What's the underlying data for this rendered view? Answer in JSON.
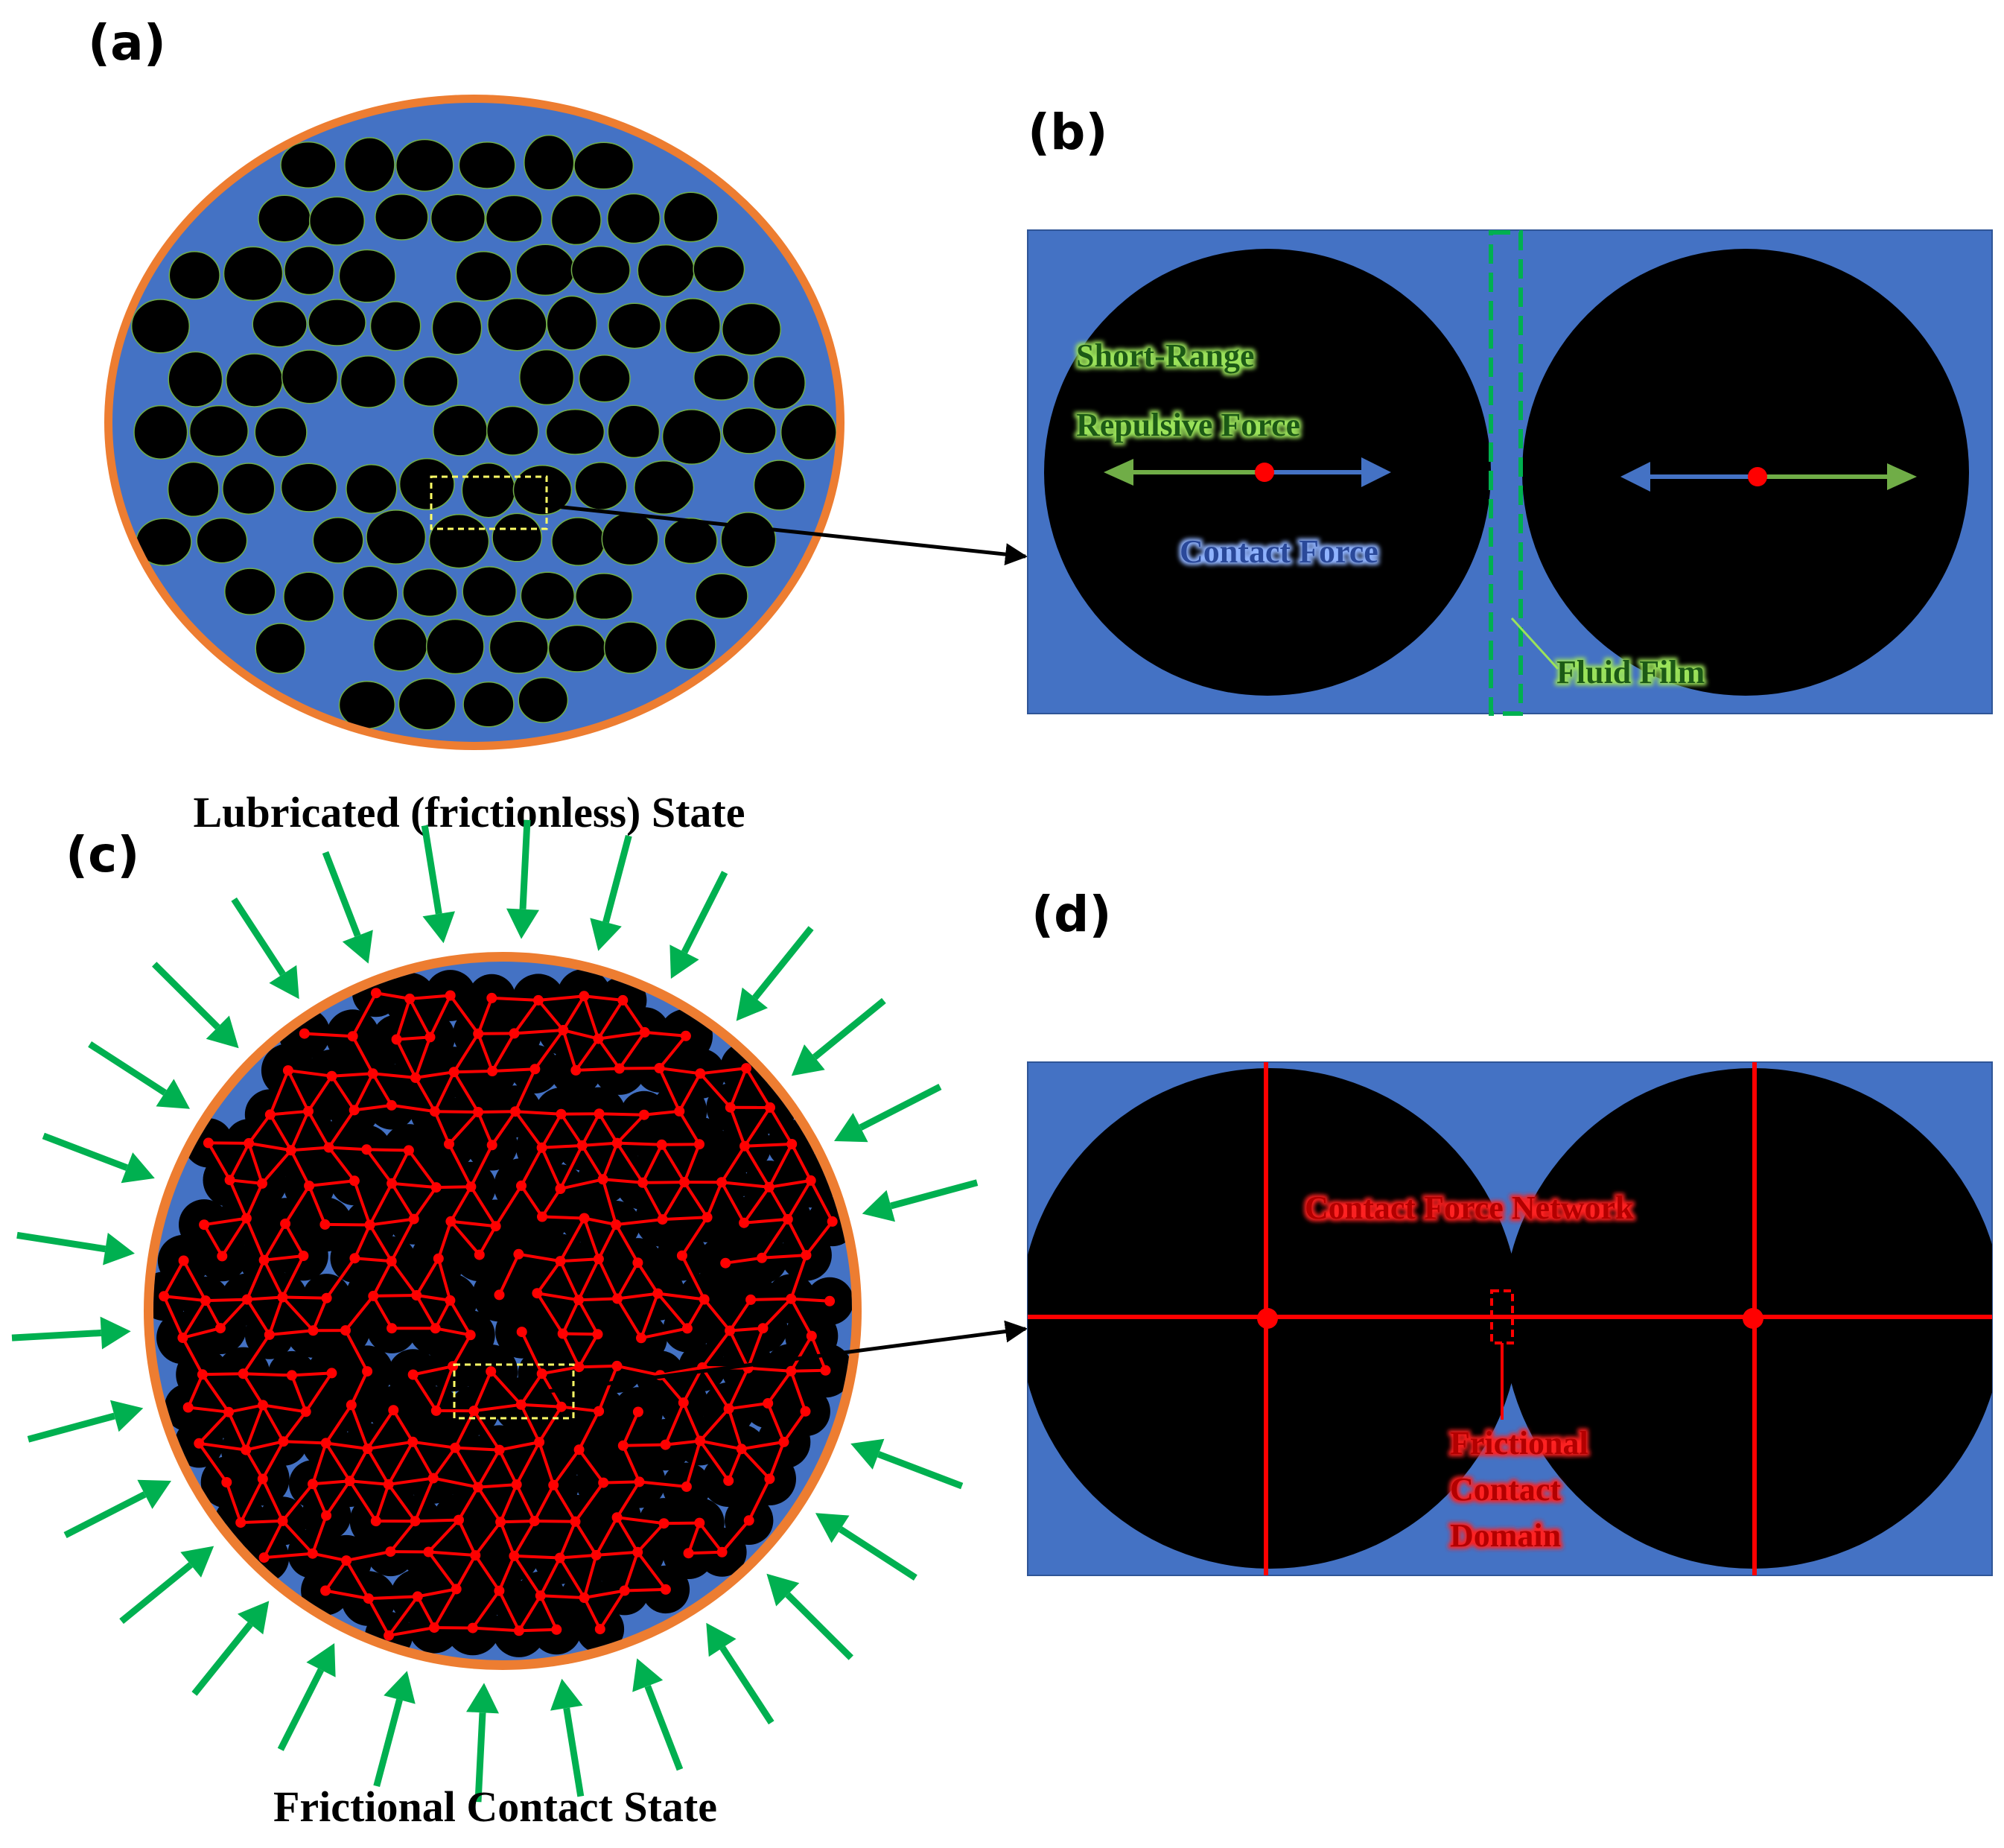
{
  "panels": {
    "a": {
      "letter": "(a)",
      "caption": "Lubricated (frictionless) State"
    },
    "b": {
      "letter": "(b)",
      "label_short_range": "Short-Range",
      "label_repulsive": "Repulsive Force",
      "label_contact": "Contact Force",
      "label_fluid": "Fluid Film"
    },
    "c": {
      "letter": "(c)",
      "caption": "Frictional Contact State"
    },
    "d": {
      "letter": "(d)",
      "label_network": "Contact Force Network",
      "label_frictional": "Frictional",
      "label_contact": "Contact",
      "label_domain": "Domain"
    }
  },
  "colors": {
    "fluid": "#4472c4",
    "particle": "#000000",
    "ring": "#ed7d31",
    "force_green": "#70ad47",
    "network_red": "#ff0000",
    "contact_blue": "#4472c4"
  }
}
